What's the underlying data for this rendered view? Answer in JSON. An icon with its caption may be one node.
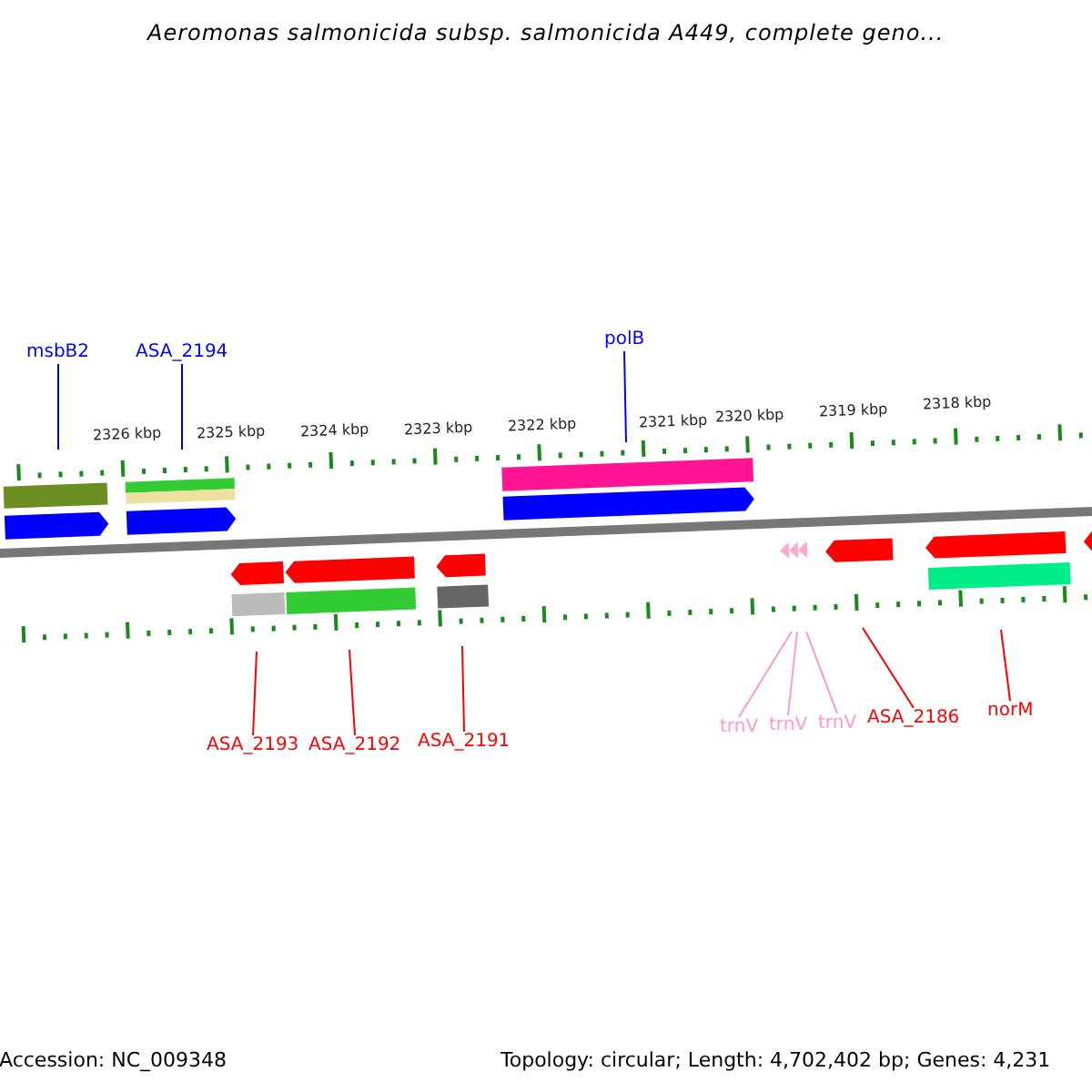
{
  "diagram": {
    "title": "Aeromonas salmonicida subsp. salmonicida A449, complete geno...",
    "nodes": [
      {
        "text": [
          "msbB2"
        ]
      },
      {
        "text": [
          "ASA_2194"
        ]
      },
      {
        "text": [
          "polB"
        ]
      },
      {
        "text": [
          "ASA_2193"
        ]
      },
      {
        "text": [
          "ASA_2192"
        ]
      },
      {
        "text": [
          "ASA_2191"
        ]
      },
      {
        "text": [
          "trnV"
        ]
      },
      {
        "text": [
          "trnV"
        ]
      },
      {
        "text": [
          "trnV"
        ]
      },
      {
        "text": [
          "ASA_2186"
        ]
      },
      {
        "text": [
          "norM"
        ]
      },
      {
        "text": [],
        "shape": "picture"
      }
    ],
    "edges": [
      {
        "from": 0,
        "to": 11,
        "arrow": "none",
        "color": "#0000ff"
      },
      {
        "from": 1,
        "to": 11,
        "arrow": "none",
        "color": "#0000ff"
      },
      {
        "from": 2,
        "to": 11,
        "arrow": "none",
        "color": "#0000ff"
      },
      {
        "from": 3,
        "to": 11,
        "arrow": "none",
        "color": "#ff0000"
      },
      {
        "from": 4,
        "to": 11,
        "arrow": "none",
        "color": "#ff0000"
      },
      {
        "from": 5,
        "to": 11,
        "arrow": "none",
        "color": "#ff0000"
      },
      {
        "from": 6,
        "to": 11,
        "arrow": "none",
        "color": "#ff99cc"
      },
      {
        "from": 7,
        "to": 11,
        "arrow": "none",
        "color": "#ff99cc"
      },
      {
        "from": 8,
        "to": 11,
        "arrow": "none",
        "color": "#ff99cc"
      },
      {
        "from": 9,
        "to": 11,
        "arrow": "none",
        "color": "#ff0000"
      },
      {
        "from": 10,
        "to": 11,
        "arrow": "none",
        "color": "#ff0000"
      }
    ],
    "labels": [
      "2326 kbp",
      "2325 kbp",
      "2324 kbp",
      "2323 kbp",
      "2322 kbp",
      "2321 kbp",
      "2320 kbp",
      "2319 kbp",
      "2318 kbp",
      "Accession: NC_009348",
      "Topology: circular; Length: 4,702,402 bp; Genes: 4,231"
    ]
  }
}
